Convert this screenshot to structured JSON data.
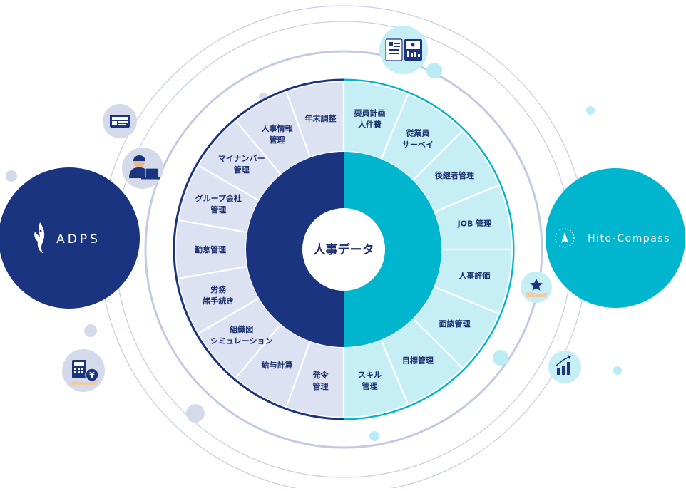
{
  "center": {
    "label": "人事データ"
  },
  "adps": {
    "name": "ADPS",
    "color": "#1b3480"
  },
  "hito": {
    "name": "Hito-Compass",
    "color": "#00b6cf"
  },
  "colors": {
    "left_fill": "#dde2f2",
    "left_text": "#1b2f6e",
    "right_fill": "#c6eff5",
    "right_text": "#1b2f6e",
    "inner_left": "#1b3480",
    "inner_right": "#00b6cf",
    "ring_left": "#1b3480",
    "ring_right": "#00b6cf",
    "orbit": "#c8d0e6"
  },
  "left_segments": [
    {
      "lines": [
        "年末調整"
      ]
    },
    {
      "lines": [
        "人事情報",
        "管理"
      ]
    },
    {
      "lines": [
        "マイナンバー",
        "管理"
      ]
    },
    {
      "lines": [
        "グループ会社",
        "管理"
      ]
    },
    {
      "lines": [
        "勤怠管理"
      ]
    },
    {
      "lines": [
        "労務",
        "諸手続き"
      ]
    },
    {
      "lines": [
        "組織図",
        "シミュレーション"
      ]
    },
    {
      "lines": [
        "給与計算"
      ]
    },
    {
      "lines": [
        "発令",
        "管理"
      ]
    }
  ],
  "right_segments": [
    {
      "lines": [
        "要員計画",
        "人件費"
      ]
    },
    {
      "lines": [
        "従業員",
        "サーベイ"
      ]
    },
    {
      "lines": [
        "後継者管理"
      ]
    },
    {
      "lines": [
        "JOB 管理"
      ]
    },
    {
      "lines": [
        "人事評価"
      ]
    },
    {
      "lines": [
        "面談管理"
      ]
    },
    {
      "lines": [
        "目標管理"
      ]
    },
    {
      "lines": [
        "スキル",
        "管理"
      ]
    }
  ],
  "icons": [
    {
      "name": "id-card-icon"
    },
    {
      "name": "operator-icon"
    },
    {
      "name": "calculator-yen-icon"
    },
    {
      "name": "dashboard-icon"
    },
    {
      "name": "star-hand-icon"
    },
    {
      "name": "growth-chart-icon"
    },
    {
      "name": "compass-icon"
    },
    {
      "name": "koi-fish-logo-icon"
    }
  ]
}
